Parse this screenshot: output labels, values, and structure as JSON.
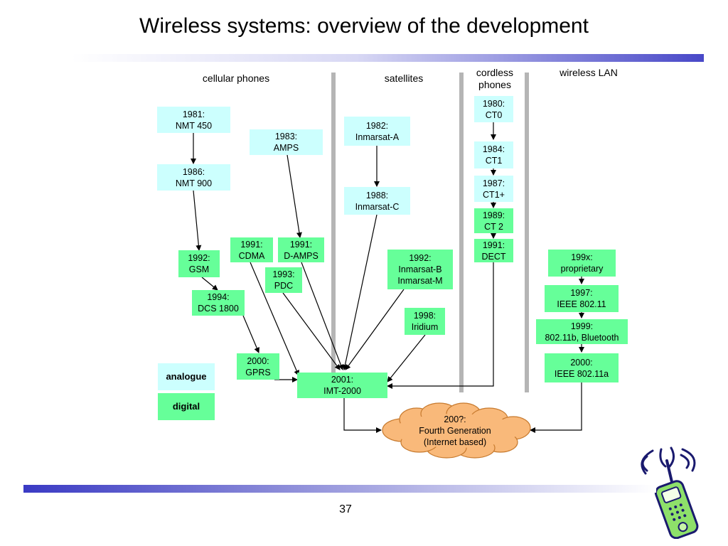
{
  "title": "Wireless systems: overview of the development",
  "page_number": "37",
  "columns": {
    "cellular": "cellular phones",
    "satellites": "satellites",
    "cordless": "cordless\nphones",
    "wlan": "wireless LAN"
  },
  "nodes": {
    "nmt450": "1981:\nNMT 450",
    "amps": "1983:\nAMPS",
    "nmt900": "1986:\nNMT 900",
    "gsm": "1992:\nGSM",
    "cdma": "1991:\nCDMA",
    "damps": "1991:\nD-AMPS",
    "pdc": "1993:\nPDC",
    "dcs1800": "1994:\nDCS 1800",
    "gprs": "2000:\nGPRS",
    "imt2000": "2001:\nIMT-2000",
    "inmarsat_a": "1982:\nInmarsat-A",
    "inmarsat_c": "1988:\nInmarsat-C",
    "inmarsat_bm": "1992:\nInmarsat-B\nInmarsat-M",
    "iridium": "1998:\nIridium",
    "ct0": "1980:\nCT0",
    "ct1": "1984:\nCT1",
    "ct1plus": "1987:\nCT1+",
    "ct2": "1989:\nCT 2",
    "dect": "1991:\nDECT",
    "proprietary": "199x:\nproprietary",
    "ieee80211": "1997:\nIEEE 802.11",
    "bluetooth": "1999:\n802.11b, Bluetooth",
    "ieee80211a": "2000:\nIEEE 802.11a",
    "fourthgen": "200?:\nFourth Generation\n(Internet based)"
  },
  "legend": {
    "analogue": "analogue",
    "digital": "digital"
  },
  "colors": {
    "analogue": "#ccfffe",
    "digital": "#66ff99",
    "cloud": "#f9b97a",
    "divider": "#b5b5b5"
  }
}
